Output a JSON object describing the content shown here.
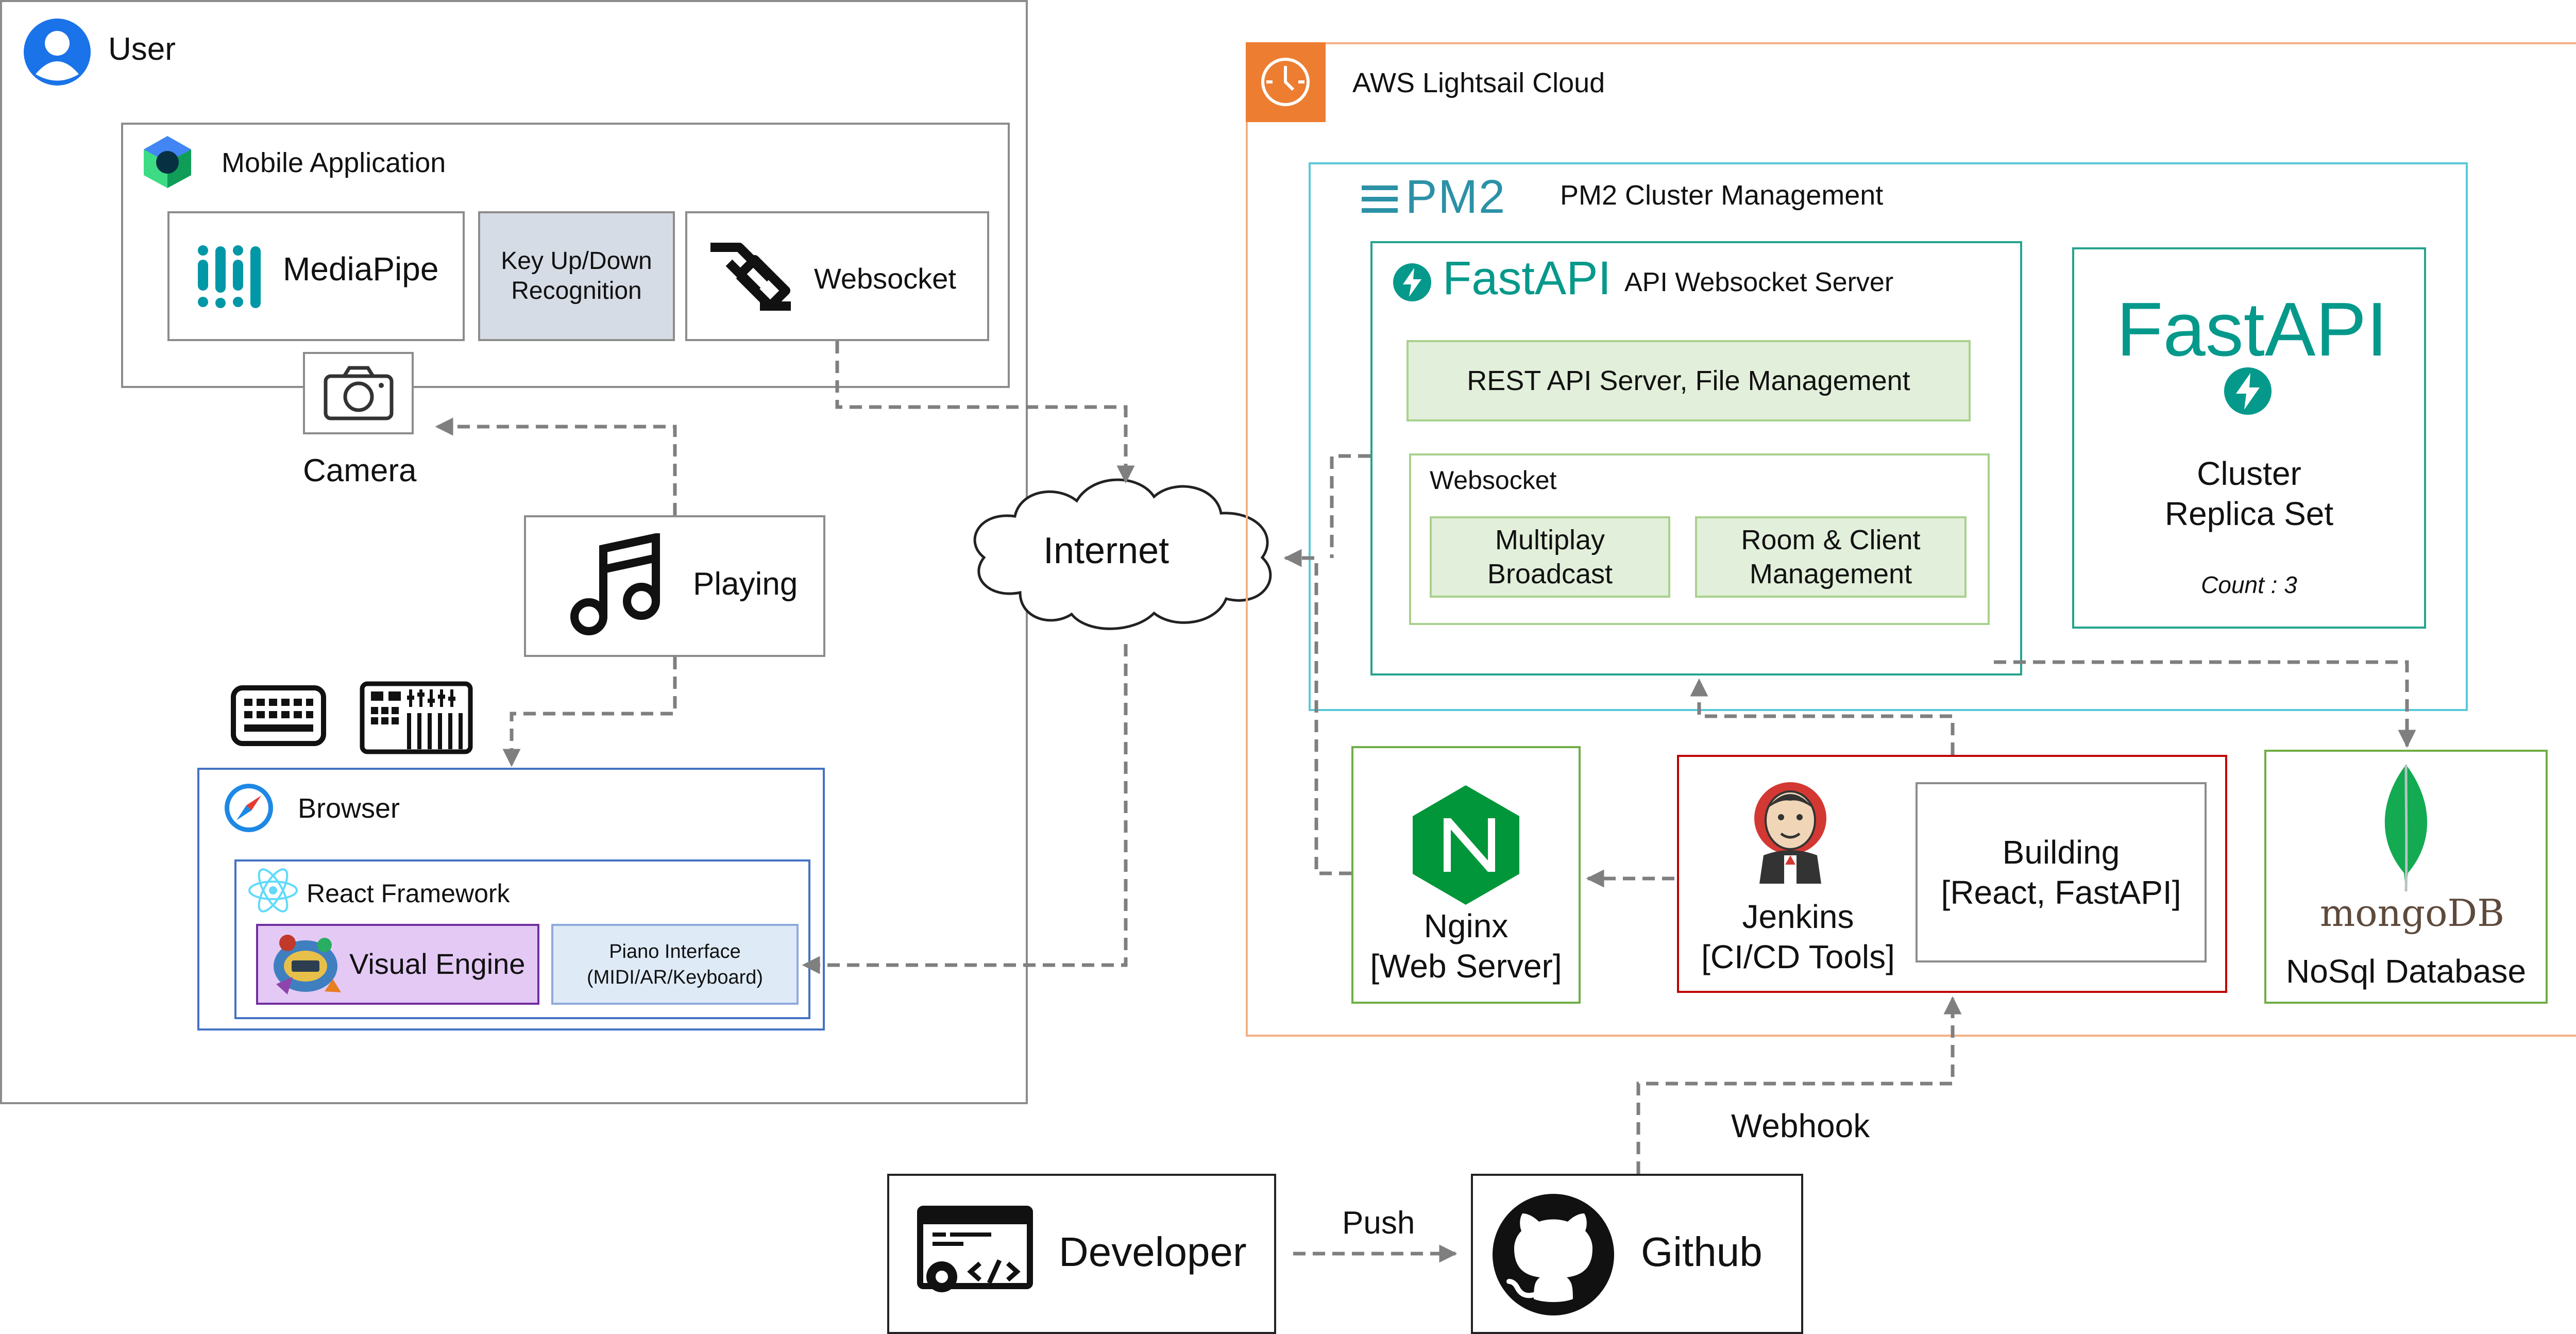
{
  "user": {
    "title": "User",
    "mobile_app": {
      "title": "Mobile Application",
      "mediapipe": "MediaPipe",
      "key_recognition_line1": "Key Up/Down",
      "key_recognition_line2": "Recognition",
      "websocket": "Websocket"
    },
    "camera": "Camera",
    "playing": "Playing",
    "browser": {
      "title": "Browser",
      "react": "React Framework",
      "visual_engine": "Visual Engine",
      "piano_line1": "Piano Interface",
      "piano_line2": "(MIDI/AR/Keyboard)"
    }
  },
  "internet": "Internet",
  "aws": {
    "title": "AWS Lightsail Cloud",
    "pm2": {
      "logo_text": "PM2",
      "title": "PM2 Cluster Management",
      "fastapi_server": {
        "logo_text": "FastAPI",
        "title": "API Websocket Server",
        "rest": "REST API Server, File Management",
        "websocket": {
          "title": "Websocket",
          "multiplay_line1": "Multiplay",
          "multiplay_line2": "Broadcast",
          "room_line1": "Room & Client",
          "room_line2": "Management"
        }
      },
      "replica": {
        "logo_text": "FastAPI",
        "line1": "Cluster",
        "line2": "Replica Set",
        "count": "Count : 3"
      }
    },
    "nginx": {
      "line1": "Nginx",
      "line2": "[Web Server]"
    },
    "jenkins": {
      "line1": "Jenkins",
      "line2": "[CI/CD Tools]",
      "building_line1": "Building",
      "building_line2": "[React, FastAPI]"
    },
    "mongodb": {
      "logo_text": "mongoDB",
      "label": "NoSql Database"
    }
  },
  "developer": "Developer",
  "github": "Github",
  "push": "Push",
  "webhook": "Webhook",
  "colors": {
    "aws_orange": "#ED7D31",
    "pm2_cyan": "#5BC8D8",
    "fastapi_teal": "#05998B",
    "green_fill": "#E2EFDA",
    "green_border": "#70AD47",
    "browser_blue": "#4472C4",
    "jenkins_red": "#C00000",
    "visual_purple": "#E4C9F5"
  }
}
